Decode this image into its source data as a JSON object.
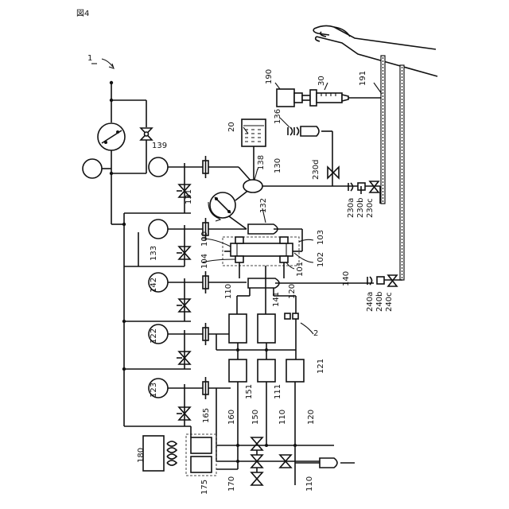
{
  "figure_label": "図4",
  "labels": {
    "l1": "1",
    "l2": "2",
    "l20": "20",
    "l30": "30",
    "l100": "100",
    "l101": "101",
    "l102": "102",
    "l103": "103",
    "l104": "104",
    "l110a": "110",
    "l110b": "110",
    "l110c": "110",
    "l111": "111",
    "l120a": "120",
    "l120b": "120",
    "l121": "121",
    "l122": "122",
    "l123": "123",
    "l130": "130",
    "l131": "131",
    "l132": "132",
    "l133": "133",
    "l136": "136",
    "l138": "138",
    "l139": "139",
    "l140": "140",
    "l141": "141",
    "l142": "142",
    "l150": "150",
    "l151": "151",
    "l160": "160",
    "l165": "165",
    "l170": "170",
    "l175": "175",
    "l180": "180",
    "l190": "190",
    "l191": "191",
    "l230a": "230a",
    "l230b": "230b",
    "l230c": "230c",
    "l230d": "230d",
    "l240a": "240a",
    "l240b": "240b",
    "l240c": "240c"
  }
}
